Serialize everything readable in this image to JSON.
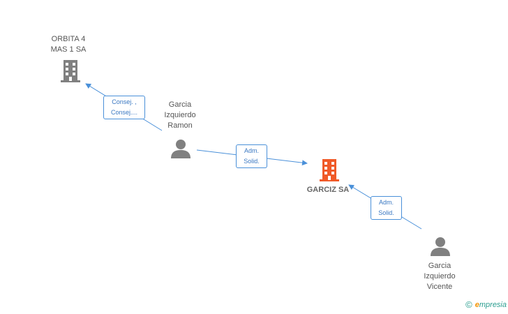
{
  "nodes": {
    "orbita": {
      "label": "ORBITA 4\nMAS 1 SA",
      "kind": "company",
      "icon": "building-icon",
      "color": "#808080"
    },
    "garcia_ramon": {
      "label": "Garcia\nIzquierdo\nRamon",
      "kind": "person",
      "icon": "person-icon",
      "color": "#808080"
    },
    "garciz": {
      "label": "GARCIZ SA",
      "kind": "company",
      "icon": "building-icon",
      "color": "#f05a28"
    },
    "garcia_vicente": {
      "label": "Garcia\nIzquierdo\nVicente",
      "kind": "person",
      "icon": "person-icon",
      "color": "#808080"
    }
  },
  "edges": [
    {
      "from": "garcia_ramon",
      "to": "orbita",
      "label": "Consej. ,\nConsej...."
    },
    {
      "from": "garcia_ramon",
      "to": "garciz",
      "label": "Adm.\nSolid."
    },
    {
      "from": "garcia_vicente",
      "to": "garciz",
      "label": "Adm.\nSolid."
    }
  ],
  "colors": {
    "edge": "#4a90d9",
    "edge_label_text": "#3a78c2",
    "node_label_text": "#555555"
  },
  "footer": {
    "copyright_symbol": "©",
    "brand_first": "e",
    "brand_rest": "mpresia"
  }
}
